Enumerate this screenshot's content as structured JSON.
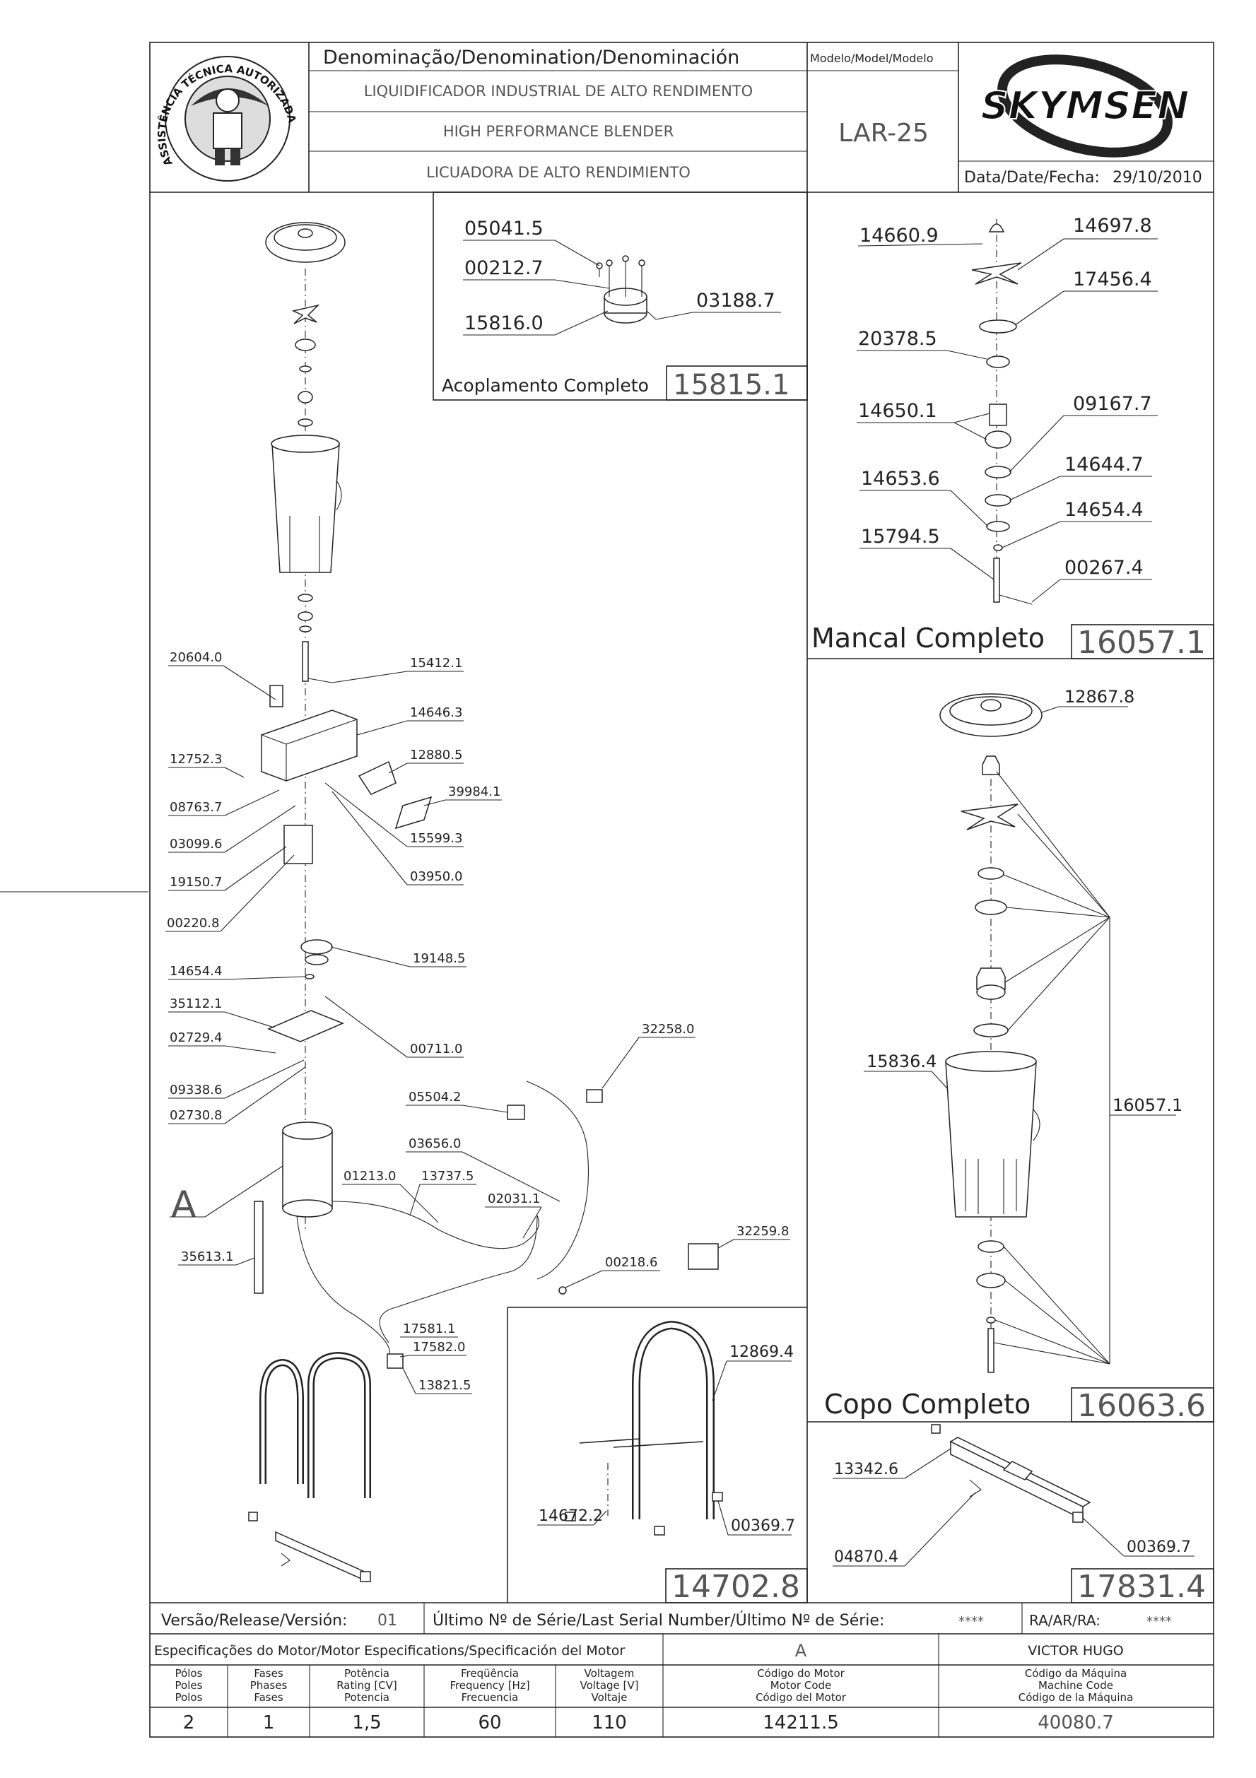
{
  "header": {
    "denomination_label": "Denominação/Denomination/Denominación",
    "model_label": "Modelo/Model/Modelo",
    "name_pt": "LIQUIDIFICADOR INDUSTRIAL DE ALTO RENDIMENTO",
    "name_en": "HIGH PERFORMANCE BLENDER",
    "name_es": "LICUADORA DE ALTO RENDIMIENTO",
    "model": "LAR-25",
    "brand": "SKYMSEN",
    "date_label": "Data/Date/Fecha:",
    "date": "29/10/2010",
    "seal_text": "ASSISTÊNCIA TÉCNICA AUTORIZADA"
  },
  "sections": {
    "acoplamento": {
      "title": "Acoplamento Completo",
      "code": "15815.1",
      "labels": [
        "05041.5",
        "00212.7",
        "15816.0",
        "03188.7"
      ]
    },
    "mancal": {
      "title": "Mancal Completo",
      "code": "16057.1",
      "labels": [
        "14660.9",
        "14697.8",
        "17456.4",
        "20378.5",
        "14650.1",
        "09167.7",
        "14644.7",
        "14653.6",
        "14654.4",
        "15794.5",
        "00267.4"
      ]
    },
    "copo": {
      "title": "Copo Completo",
      "code": "16063.6",
      "labels": [
        "12867.8",
        "15836.4",
        "16057.1"
      ]
    },
    "stand": {
      "code": "14702.8",
      "labels": [
        "12869.4",
        "14672.2",
        "00369.7"
      ]
    },
    "base": {
      "code": "17831.4",
      "labels": [
        "13342.6",
        "04870.4",
        "00369.7"
      ]
    },
    "main_labels": [
      "20604.0",
      "15412.1",
      "14646.3",
      "12752.3",
      "12880.5",
      "39984.1",
      "08763.7",
      "03099.6",
      "15599.3",
      "19150.7",
      "03950.0",
      "00220.8",
      "19148.5",
      "14654.4",
      "35112.1",
      "00711.0",
      "02729.4",
      "09338.6",
      "02730.8",
      "32258.0",
      "05504.2",
      "03656.0",
      "01213.0",
      "13737.5",
      "02031.1",
      "35613.1",
      "32259.8",
      "00218.6",
      "17581.1",
      "17582.0",
      "13821.5"
    ],
    "motor_callout": "A"
  },
  "footer": {
    "version_label": "Versão/Release/Versión:",
    "version": "01",
    "serial_label": "Último Nº de Série/Last Serial Number/Último Nº de Série:",
    "serial": "****",
    "ra_label": "RA/AR/RA:",
    "ra": "****",
    "motor_spec_label": "Especificações do Motor/Motor Especifications/Specificación del Motor",
    "motor_ref": "A",
    "author": "VICTOR HUGO",
    "col_poles": [
      "Pólos",
      "Poles",
      "Polos"
    ],
    "col_phases": [
      "Fases",
      "Phases",
      "Fases"
    ],
    "col_power": [
      "Potência",
      "Rating [CV]",
      "Potencia"
    ],
    "col_freq": [
      "Freqüência",
      "Frequency [Hz]",
      "Frecuencia"
    ],
    "col_volt": [
      "Voltagem",
      "Voltage [V]",
      "Voltaje"
    ],
    "col_motor_code": [
      "Código do Motor",
      "Motor Code",
      "Código del Motor"
    ],
    "col_machine_code": [
      "Código da Máquina",
      "Machine Code",
      "Código de la Máquina"
    ],
    "poles": "2",
    "phases": "1",
    "power": "1,5",
    "frequency": "60",
    "voltage": "110",
    "motor_code": "14211.5",
    "machine_code": "40080.7"
  }
}
